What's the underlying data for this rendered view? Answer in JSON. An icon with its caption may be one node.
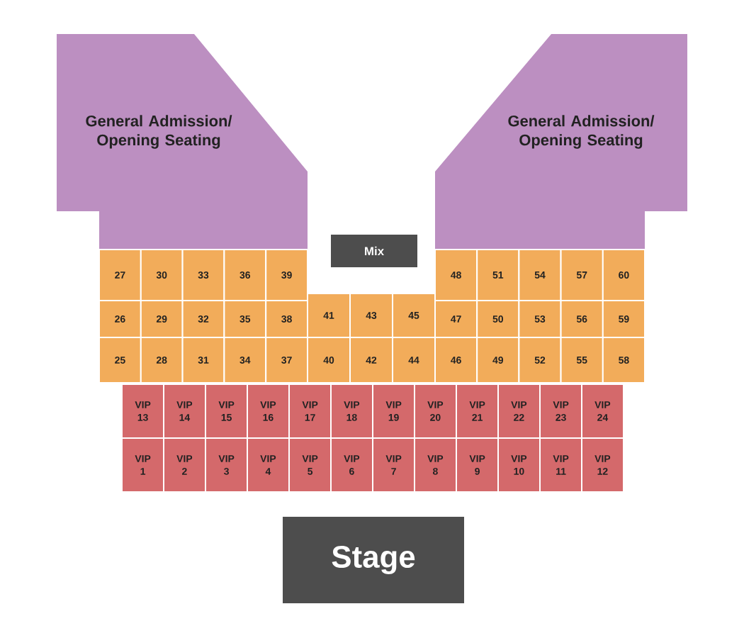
{
  "diagram": {
    "nodes": [
      {
        "text": [
          "General Admission/ Opening Seating"
        ]
      },
      {
        "text": [
          "General Admission/ Opening Seating"
        ]
      },
      {
        "text": [
          "Mix"
        ]
      },
      {
        "text": [
          "27"
        ]
      },
      {
        "text": [
          "30"
        ]
      },
      {
        "text": [
          "33"
        ]
      },
      {
        "text": [
          "36"
        ]
      },
      {
        "text": [
          "39"
        ]
      },
      {
        "text": [
          "48"
        ]
      },
      {
        "text": [
          "51"
        ]
      },
      {
        "text": [
          "54"
        ]
      },
      {
        "text": [
          "57"
        ]
      },
      {
        "text": [
          "60"
        ]
      },
      {
        "text": [
          "26"
        ]
      },
      {
        "text": [
          "29"
        ]
      },
      {
        "text": [
          "32"
        ]
      },
      {
        "text": [
          "35"
        ]
      },
      {
        "text": [
          "38"
        ]
      },
      {
        "text": [
          "41"
        ]
      },
      {
        "text": [
          "43"
        ]
      },
      {
        "text": [
          "45"
        ]
      },
      {
        "text": [
          "47"
        ]
      },
      {
        "text": [
          "50"
        ]
      },
      {
        "text": [
          "53"
        ]
      },
      {
        "text": [
          "56"
        ]
      },
      {
        "text": [
          "59"
        ]
      },
      {
        "text": [
          "25"
        ]
      },
      {
        "text": [
          "28"
        ]
      },
      {
        "text": [
          "31"
        ]
      },
      {
        "text": [
          "34"
        ]
      },
      {
        "text": [
          "37"
        ]
      },
      {
        "text": [
          "40"
        ]
      },
      {
        "text": [
          "42"
        ]
      },
      {
        "text": [
          "44"
        ]
      },
      {
        "text": [
          "46"
        ]
      },
      {
        "text": [
          "49"
        ]
      },
      {
        "text": [
          "52"
        ]
      },
      {
        "text": [
          "55"
        ]
      },
      {
        "text": [
          "58"
        ]
      },
      {
        "text": [
          "VIP 13"
        ]
      },
      {
        "text": [
          "VIP 14"
        ]
      },
      {
        "text": [
          "VIP 15"
        ]
      },
      {
        "text": [
          "VIP 16"
        ]
      },
      {
        "text": [
          "VIP 17"
        ]
      },
      {
        "text": [
          "VIP 18"
        ]
      },
      {
        "text": [
          "VIP 19"
        ]
      },
      {
        "text": [
          "VIP 20"
        ]
      },
      {
        "text": [
          "VIP 21"
        ]
      },
      {
        "text": [
          "VIP 22"
        ]
      },
      {
        "text": [
          "VIP 23"
        ]
      },
      {
        "text": [
          "VIP 24"
        ]
      },
      {
        "text": [
          "VIP 1"
        ]
      },
      {
        "text": [
          "VIP 2"
        ]
      },
      {
        "text": [
          "VIP 3"
        ]
      },
      {
        "text": [
          "VIP 4"
        ]
      },
      {
        "text": [
          "VIP 5"
        ]
      },
      {
        "text": [
          "VIP 6"
        ]
      },
      {
        "text": [
          "VIP 7"
        ]
      },
      {
        "text": [
          "VIP 8"
        ]
      },
      {
        "text": [
          "VIP 9"
        ]
      },
      {
        "text": [
          "VIP 10"
        ]
      },
      {
        "text": [
          "VIP 11"
        ]
      },
      {
        "text": [
          "VIP 12"
        ]
      },
      {
        "text": [
          "Stage"
        ]
      }
    ]
  }
}
